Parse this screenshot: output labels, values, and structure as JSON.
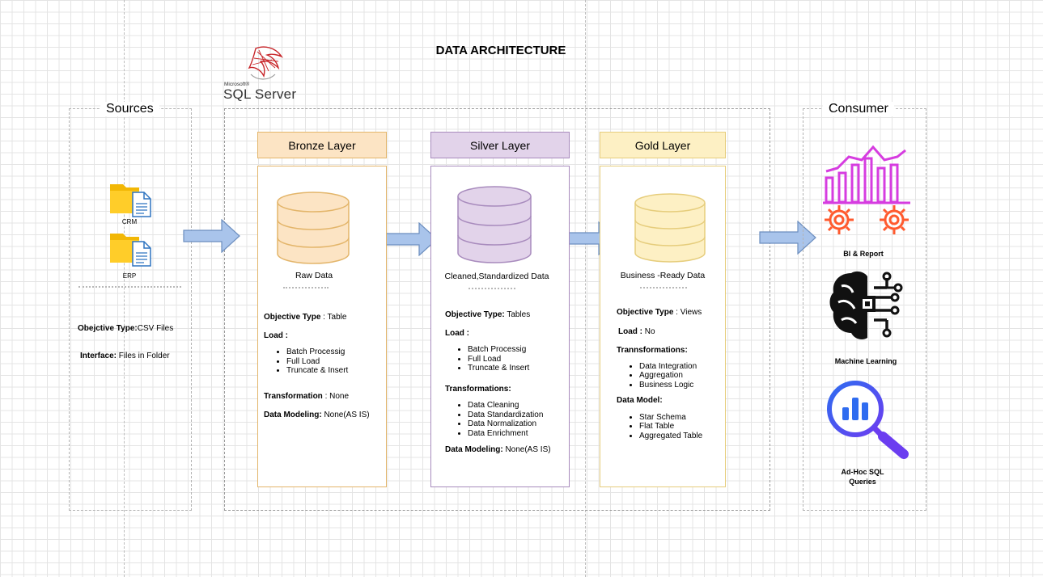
{
  "title": "DATA ARCHITECTURE",
  "sql_server": {
    "vendor": "Microsoft®",
    "product": "SQL Server"
  },
  "sources": {
    "label": "Sources",
    "items": [
      "CRM",
      "ERP"
    ],
    "objective_label": "Obejctive Type:",
    "objective_value": "CSV Files",
    "interface_label": "Interface:",
    "interface_value": " Files in Folder"
  },
  "bronze": {
    "header": "Bronze Layer",
    "caption": "Raw Data",
    "objective_label": "Objective  Type",
    "objective_value": " : Table",
    "load_label": "Load :",
    "load_items": [
      "Batch Processig",
      "Full Load",
      "Truncate & Insert"
    ],
    "transformation_label": "Transformation",
    "transformation_value": " : None",
    "modeling_label": "Data Modeling:",
    "modeling_value": " None(AS IS)"
  },
  "silver": {
    "header": "Silver Layer",
    "caption": "Cleaned,Standardized Data",
    "objective_label": "Objective Type:",
    "objective_value": " Tables",
    "load_label": "Load :",
    "load_items": [
      "Batch Processig",
      "Full Load",
      "Truncate & Insert"
    ],
    "transformations_label": "Transformations:",
    "transformations_items": [
      "Data Cleaning",
      "Data Standardization",
      "Data Normalization",
      "Data Enrichment"
    ],
    "modeling_label": "Data Modeling:",
    "modeling_value": " None(AS IS)"
  },
  "gold": {
    "header": "Gold Layer",
    "caption": "Business -Ready Data",
    "objective_label": "Objective Type",
    "objective_value": " : Views",
    "load_label": "Load :",
    "load_value": " No",
    "transformations_label": "Trannsformations:",
    "transformations_items": [
      "Data Integration",
      "Aggregation",
      "Business Logic"
    ],
    "model_label": "Data Model:",
    "model_items": [
      "Star Schema",
      "Flat Table",
      "Aggregated Table"
    ]
  },
  "consumer": {
    "label": "Consumer",
    "bi": "BI & Report",
    "ml": "Machine Learning",
    "adhoc_line1": "Ad-Hoc SQL",
    "adhoc_line2": "Queries"
  },
  "colors": {
    "bronze_fill": "#fce4c4",
    "bronze_stroke": "#e3b56a",
    "silver_fill": "#e2d3ea",
    "silver_stroke": "#a88bbd",
    "gold_fill": "#fdf0c4",
    "gold_stroke": "#e6cd7c",
    "arrow_fill": "#a9c4eb",
    "arrow_stroke": "#6c8ebf",
    "bi_magenta": "#d63ce0",
    "gear_orange": "#ff5a2e"
  }
}
